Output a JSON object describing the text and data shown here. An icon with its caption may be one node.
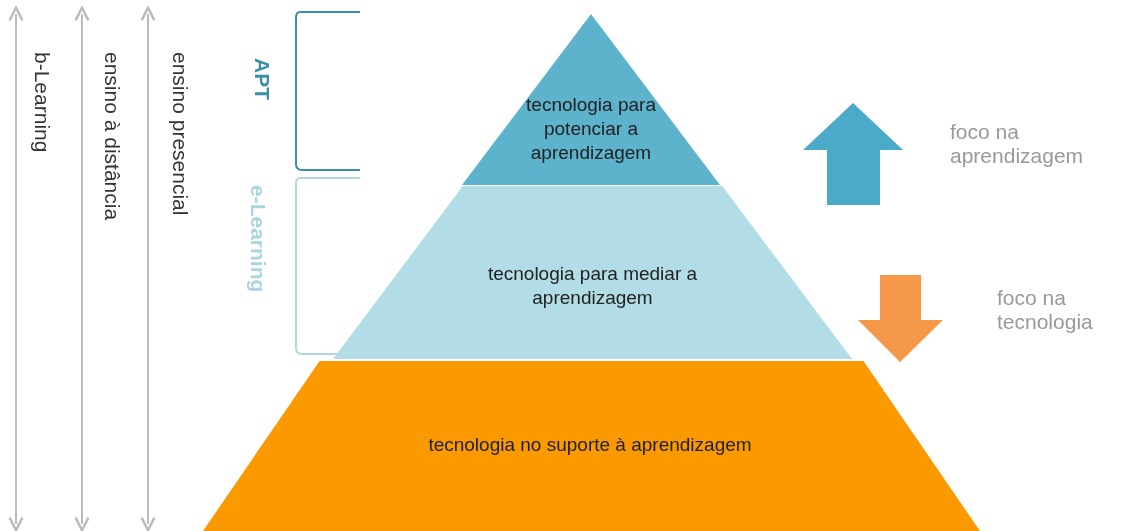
{
  "diagram": {
    "nodes": [
      {
        "text": [
          "tecnologia para potenciar a aprendizagem"
        ]
      },
      {
        "text": [
          "tecnologia para mediar a aprendizagem"
        ]
      },
      {
        "text": [
          "tecnologia no suporte à aprendizagem"
        ]
      }
    ],
    "labels": [
      "b-Learning",
      "ensino à distância",
      "ensino presencial",
      "APT",
      "e-Learning",
      "foco na aprendizagem",
      "foco na tecnologia"
    ]
  }
}
